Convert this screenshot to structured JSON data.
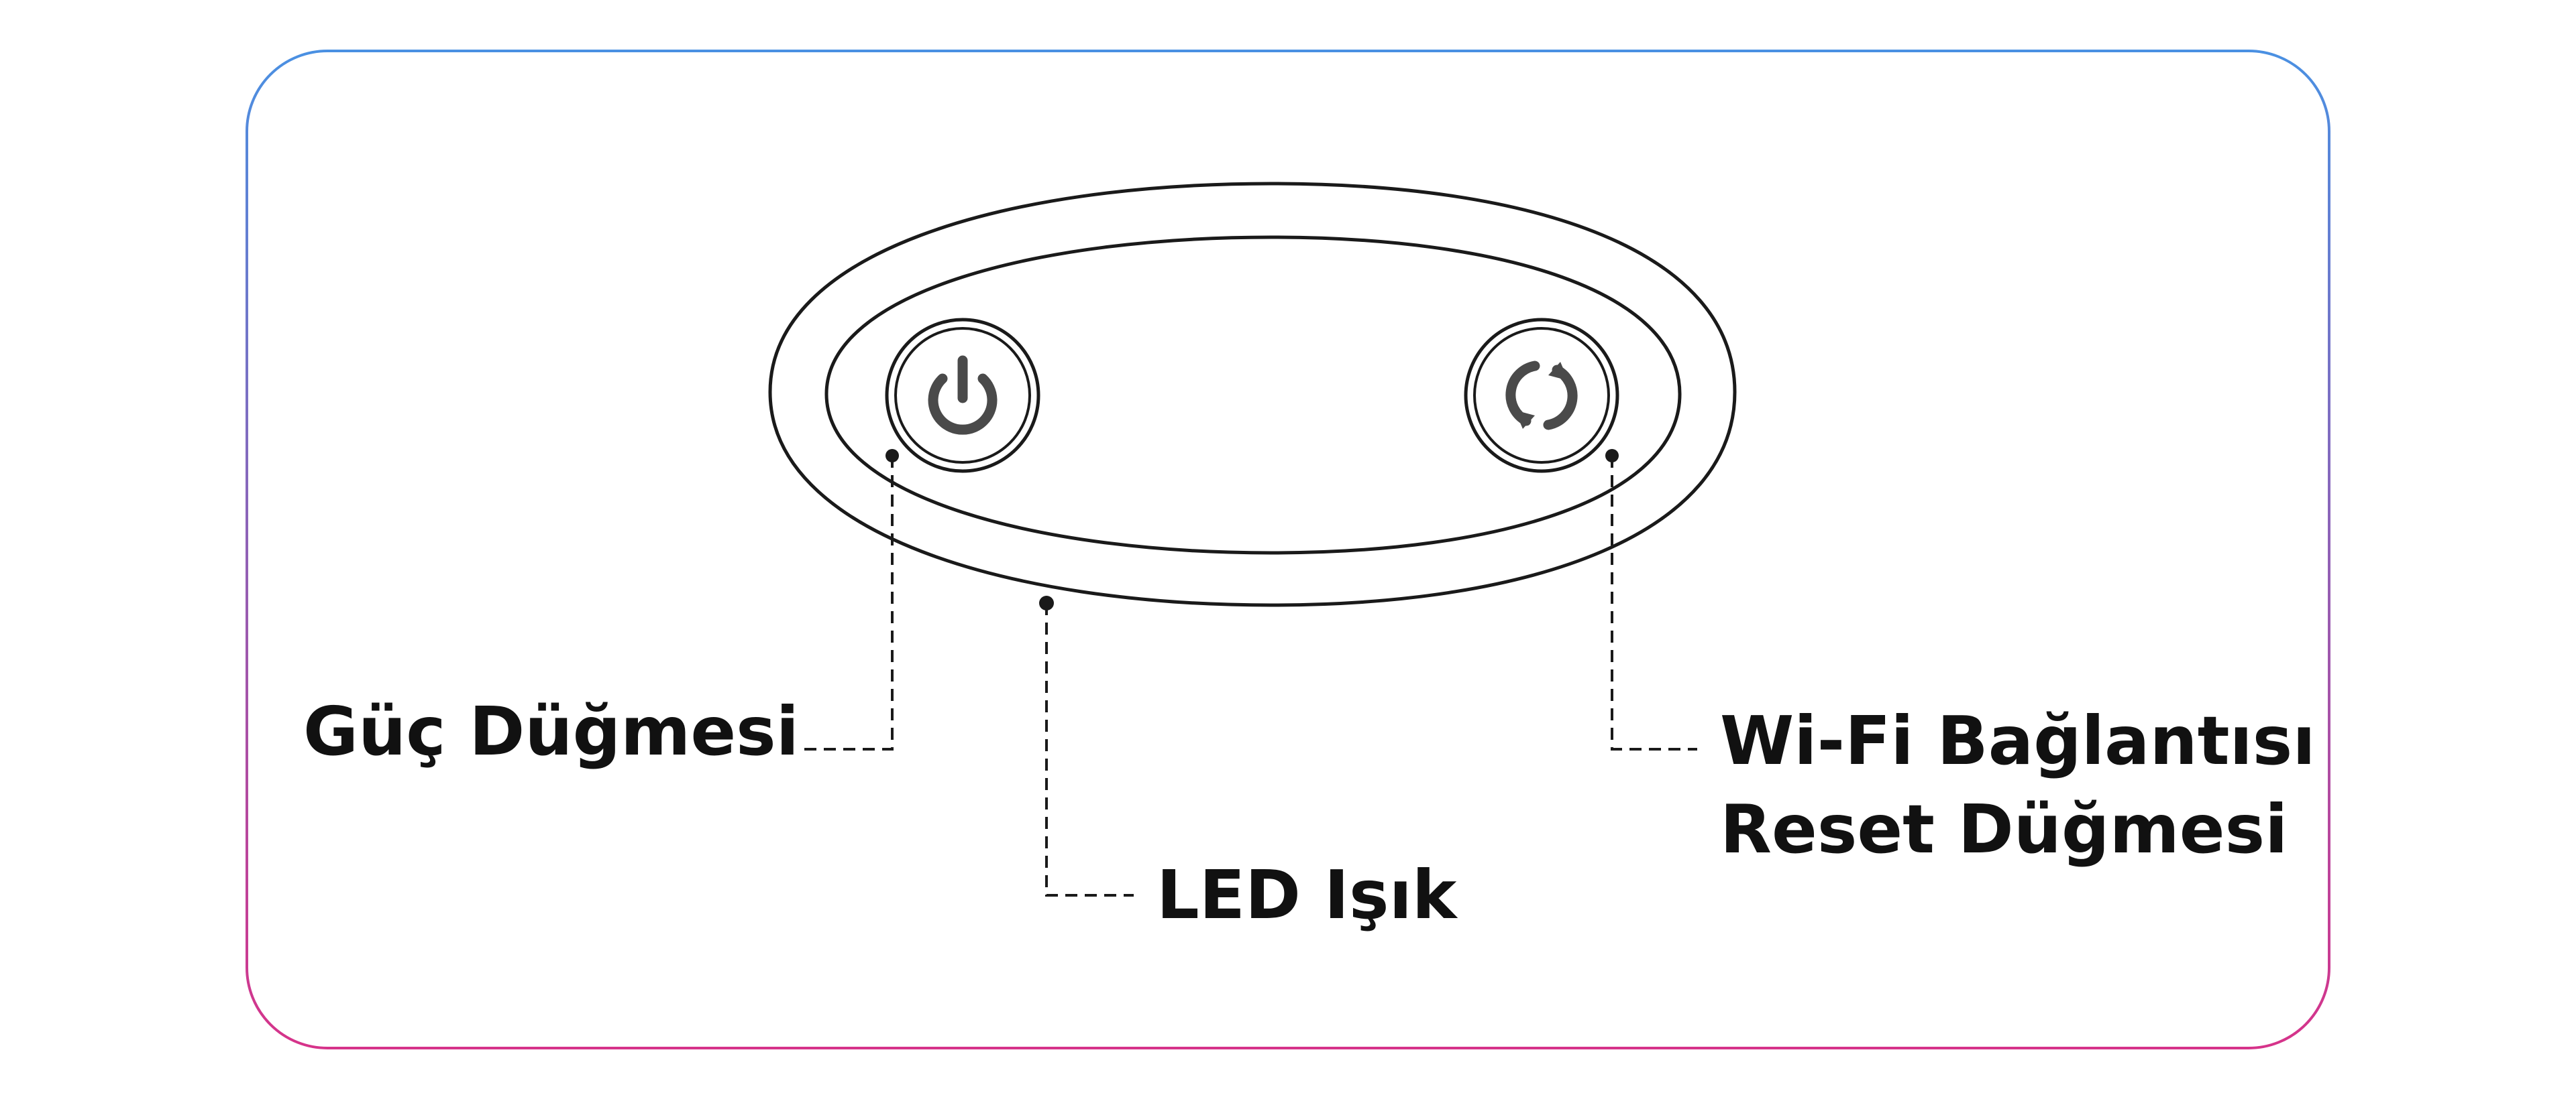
{
  "colors": {
    "frame_gradient_top": "#4a90e2",
    "frame_gradient_bottom": "#d6338a",
    "outline": "#1a1a1a",
    "icon": "#4a4a4a",
    "label_text": "#111111"
  },
  "callouts": {
    "power_button": {
      "label": "Güç Düğmesi",
      "icon": "power-icon"
    },
    "led_light": {
      "label": "LED Işık"
    },
    "wifi_reset_button": {
      "label_line1": "Wi-Fi Bağlantısı",
      "label_line2": "Reset Düğmesi",
      "icon": "refresh-icon"
    }
  }
}
